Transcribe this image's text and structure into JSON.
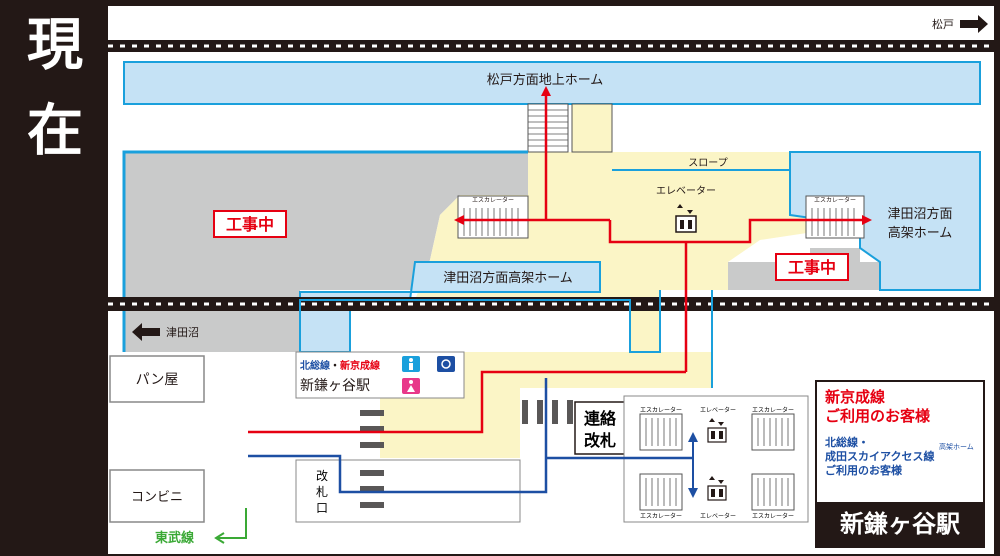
{
  "side_label": [
    "現",
    "在"
  ],
  "labels": {
    "matsudo_arrow": "松戸",
    "tsudanuma_arrow": "津田沼",
    "matsudo_platform": "松戸方面地上ホーム",
    "slope": "スロープ",
    "elevator_upper": "エレベーター",
    "escalator_small": "エスカレーター",
    "tsudanuma_platform_right": [
      "津田沼方面",
      "高架ホーム"
    ],
    "tsudanuma_platform_mid": "津田沼方面高架ホーム",
    "construction": "工事中",
    "bakery": "パン屋",
    "convenience": "コンビニ",
    "tobu_line": "東武線",
    "gate_vertical": [
      "改",
      "札",
      "口"
    ],
    "transfer_gate": [
      "連絡",
      "改札"
    ],
    "station_sign_line1_part1": "北総線",
    "station_sign_line1_sep": "・",
    "station_sign_line1_part2": "新京成線",
    "station_sign_line2": "新鎌ヶ谷駅",
    "elevator_lower": "エレベーター"
  },
  "legend": {
    "shinkeisei_line1": "新京成線",
    "shinkeisei_line2": "ご利用のお客様",
    "hokuso_line1": "北総線・",
    "hokuso_line2": "成田スカイアクセス線",
    "hokuso_line3": "ご利用のお客様",
    "hokuso_tag": "高架ホーム",
    "station_name": "新鎌ヶ谷駅"
  },
  "colors": {
    "red_route": "#e60012",
    "blue_route": "#1d4fa3",
    "platform_fill": "#c5e2f5",
    "platform_border": "#1aa0dc",
    "concourse_fill": "#fbf5c6",
    "construction_gray": "#c9caca",
    "frame_dark": "#231816",
    "tobu_green": "#3aa935"
  },
  "icons": [
    "toilet-male-icon",
    "wheelchair-icon",
    "toilet-female-icon",
    "elevator-icon"
  ]
}
